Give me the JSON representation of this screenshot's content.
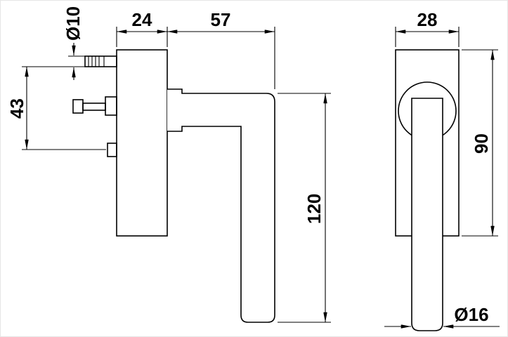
{
  "drawing": {
    "colors": {
      "line": "#000000",
      "background": "#ffffff"
    },
    "side_view": {
      "plate_width": "24",
      "reach": "57",
      "screw_diameter": "Ø10",
      "fixing_centres": "43",
      "lever_length": "120"
    },
    "front_view": {
      "plate_width": "28",
      "plate_height": "90",
      "grip_diameter": "Ø16"
    }
  }
}
